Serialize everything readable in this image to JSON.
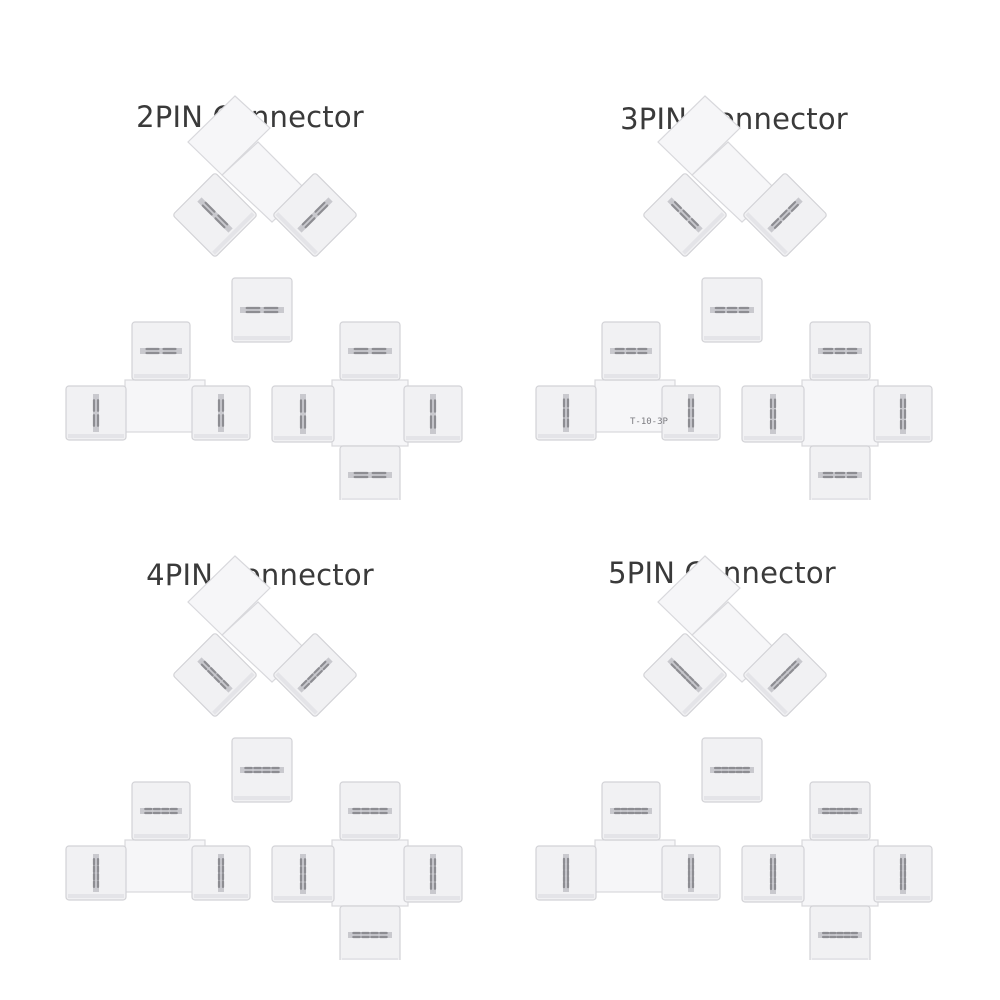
{
  "quadrants": [
    {
      "title": "2PIN Connector",
      "pins": 2,
      "joint_label": ""
    },
    {
      "title": "3PIN Connector",
      "pins": 3,
      "joint_label": "T-10-3P"
    },
    {
      "title": "4PIN Connector",
      "pins": 4,
      "joint_label": ""
    },
    {
      "title": "5PIN Connector",
      "pins": 5,
      "joint_label": ""
    }
  ],
  "colors": {
    "plastic": "#f1f1f3",
    "edge": "#d2d2d6",
    "pin": "#8d8d92"
  }
}
